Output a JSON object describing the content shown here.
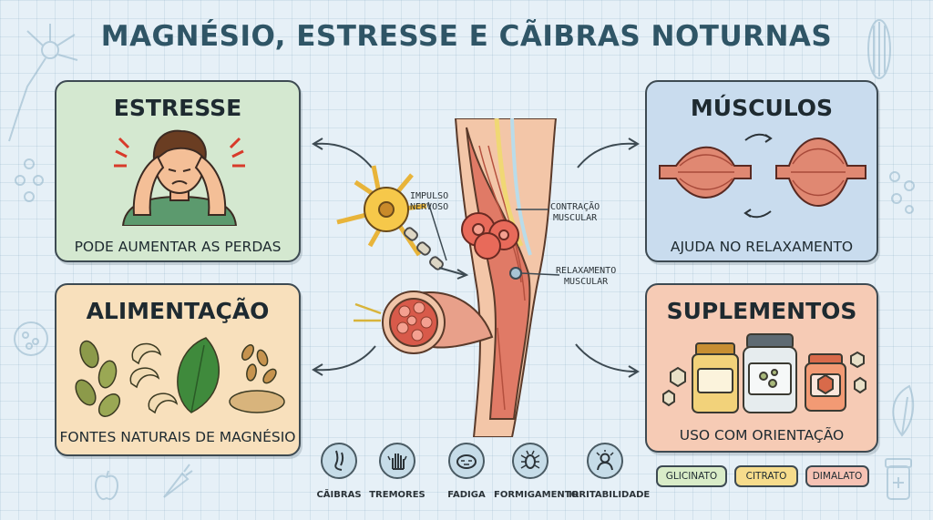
{
  "title": "MAGNÉSIO, ESTRESSE E CÃIBRAS NOTURNAS",
  "cards": {
    "stress": {
      "title": "ESTRESSE",
      "caption": "PODE AUMENTAR AS PERDAS"
    },
    "food": {
      "title": "ALIMENTAÇÃO",
      "caption": "FONTES NATURAIS DE MAGNÉSIO"
    },
    "muscle": {
      "title": "MÚSCULOS",
      "caption": "AJUDA NO RELAXAMENTO"
    },
    "supplements": {
      "title": "SUPLEMENTOS",
      "caption": "USO COM ORIENTAÇÃO"
    }
  },
  "center": {
    "nerve_impulse": "IMPULSO\nNERVOSO",
    "contraction": "CONTRAÇÃO\nMUSCULAR",
    "relaxation": "RELAXAMENTO\nMUSCULAR"
  },
  "symptoms": [
    {
      "label": "CÃIBRAS",
      "icon": "leg-cramp-icon"
    },
    {
      "label": "TREMORES",
      "icon": "shaking-hand-icon"
    },
    {
      "label": "FADIGA",
      "icon": "tired-face-icon"
    },
    {
      "label": "FORMIGAMENTO",
      "icon": "tingling-bug-icon"
    },
    {
      "label": "IRRITABILIDADE",
      "icon": "irritated-person-icon"
    }
  ],
  "supplement_forms": [
    {
      "label": "GLICINATO",
      "color": "#d9ecc8"
    },
    {
      "label": "CITRATO",
      "color": "#f6dc8c"
    },
    {
      "label": "DIMALATO",
      "color": "#f6c2b4"
    }
  ],
  "colors": {
    "stress_card": "#d4e8d0",
    "food_card": "#f8e0bc",
    "muscle_card": "#c9dcee",
    "supplements_card": "#f6cbb5",
    "title": "#2f5566"
  }
}
